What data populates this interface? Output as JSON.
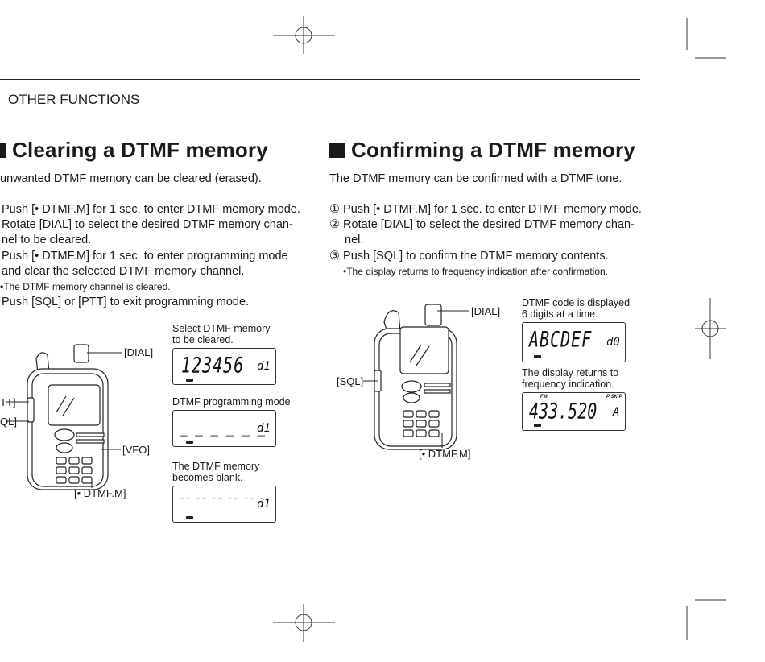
{
  "header": {
    "section": "OTHER FUNCTIONS"
  },
  "left": {
    "title": "Clearing a DTMF memory",
    "intro": "unwanted DTMF memory can be cleared (erased).",
    "lines": [
      "Push [• DTMF.M] for 1 sec. to enter DTMF memory mode.",
      "Rotate [DIAL] to select the desired DTMF memory chan-",
      "nel to be cleared.",
      "Push [• DTMF.M] for 1 sec. to enter programming mode",
      "and clear the selected DTMF memory channel.",
      "•The DTMF memory channel is cleared.",
      "Push [SQL] or [PTT] to exit programming mode."
    ],
    "radio_labels": {
      "dial": "[DIAL]",
      "ptt": "TT]",
      "sql": "QL]",
      "vfo": "[VFO]",
      "dtmf": "[• DTMF.M]"
    },
    "displays": [
      {
        "caption1": "Select DTMF memory",
        "caption2": "to be cleared.",
        "main": "123456",
        "channel": "d1"
      },
      {
        "caption1": "DTMF programming mode",
        "caption2": "",
        "main": "_ _ _ _ _ _",
        "channel": "d1"
      },
      {
        "caption1": "The DTMF memory",
        "caption2": "becomes blank.",
        "main": "-- -- --  -- -- --",
        "channel": "d1"
      }
    ]
  },
  "right": {
    "title": "Confirming a DTMF memory",
    "intro": "The DTMF memory can be confirmed with a DTMF tone.",
    "steps": [
      {
        "num": "①",
        "text": "Push [• DTMF.M] for 1 sec. to enter DTMF memory mode."
      },
      {
        "num": "②",
        "text": "Rotate [DIAL] to select the desired DTMF memory chan-"
      },
      {
        "num": "",
        "text": "nel."
      },
      {
        "num": "③",
        "text": "Push [SQL] to confirm the DTMF memory contents."
      }
    ],
    "note": "•The display returns to frequency indication after confirmation.",
    "radio_labels": {
      "dial": "[DIAL]",
      "sql": "[SQL]",
      "dtmf": "[• DTMF.M]"
    },
    "displays": [
      {
        "caption1": "DTMF code is displayed",
        "caption2": "6 digits at a time.",
        "main": "ABCDEF",
        "channel": "d0"
      },
      {
        "caption1": "The display returns to",
        "caption2": "frequency indication.",
        "main": "433.520",
        "channel": "A",
        "tag_fm": "FM",
        "tag_pskip": "P SKIP"
      }
    ]
  }
}
